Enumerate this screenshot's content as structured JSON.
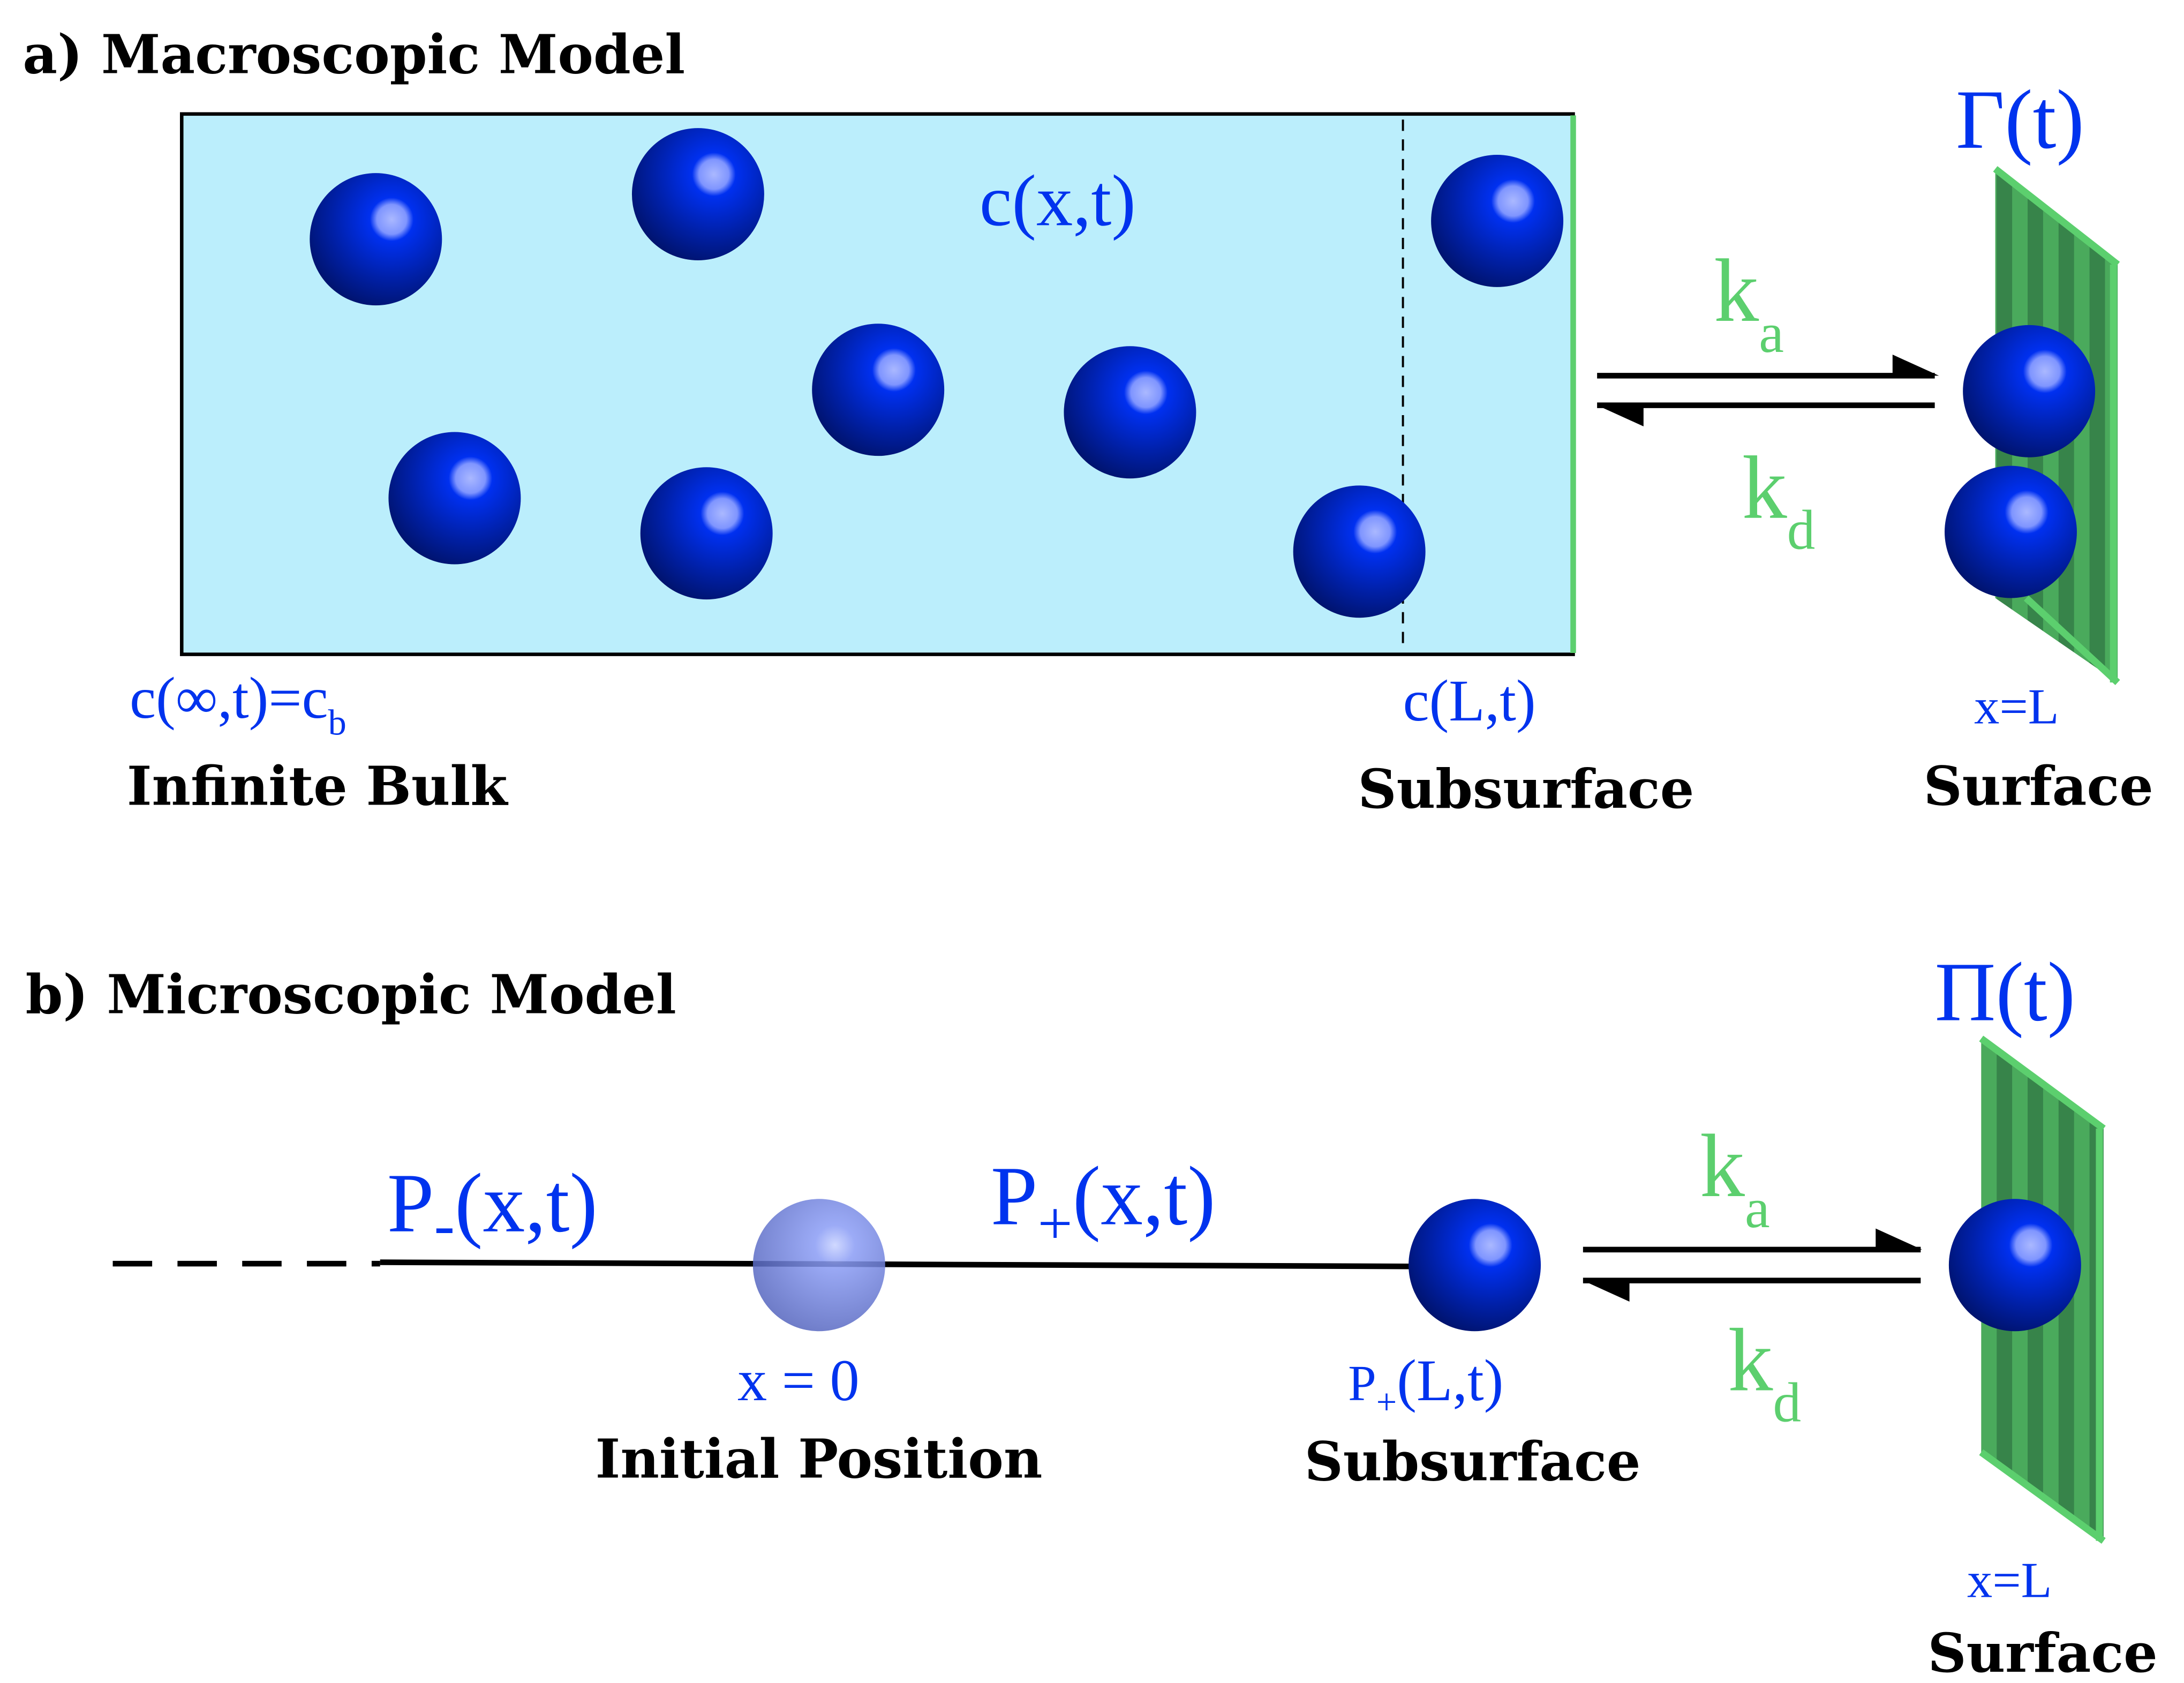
{
  "panel_a": {
    "title": "a) Macroscopic Model",
    "bulk_concentration": "c(x,t)",
    "surface_excess": "Γ(t)",
    "ka_main": "k",
    "ka_sub": "a",
    "kd_main": "k",
    "kd_sub": "d",
    "boundary_bulk": "c(∞,t)=c",
    "boundary_bulk_sub": "b",
    "bulk_label": "Infinite Bulk",
    "subsurface_conc": "c(L,t)",
    "subsurface_label": "Subsurface",
    "surface_position": "x=L",
    "surface_label": "Surface"
  },
  "panel_b": {
    "title": "b) Microscopic Model",
    "surface_prob": "Π(t)",
    "p_minus_main": "P",
    "p_minus_sub": "-",
    "p_minus_args": "(x,t)",
    "p_plus_main": "P",
    "p_plus_sub": "+",
    "p_plus_args": "(x,t)",
    "ka_main": "k",
    "ka_sub": "a",
    "kd_main": "k",
    "kd_sub": "d",
    "origin": "x = 0",
    "origin_label": "Initial Position",
    "subsurface_prob_main": "P",
    "subsurface_prob_sub": "+",
    "subsurface_prob_args": "(L,t)",
    "subsurface_label": "Subsurface",
    "surface_position": "x=L",
    "surface_label": "Surface"
  },
  "colors": {
    "molecule": "#0022aa",
    "bulk": "#bbeefc",
    "surface": "#3a8f4a",
    "rate": "#5ccf6e",
    "label": "#0033ee"
  }
}
